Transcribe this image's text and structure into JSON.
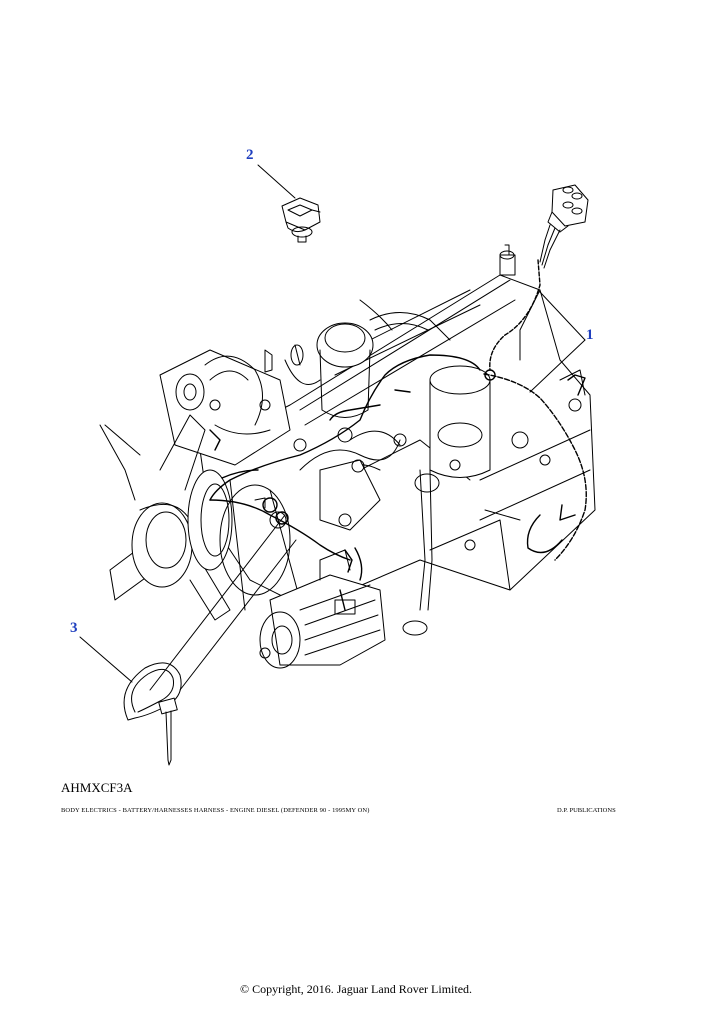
{
  "callouts": [
    {
      "number": "2",
      "part": "clip"
    },
    {
      "number": "1",
      "part": "harness"
    },
    {
      "number": "3",
      "part": "cable-tie"
    }
  ],
  "illustration_code": "AHMXCF3A",
  "caption": "BODY ELECTRICS - BATTERY/HARNESSES HARNESS - ENGINE DIESEL (DEFENDER 90 - 1995MY ON)",
  "publisher": "D.P. PUBLICATIONS",
  "copyright": "© Copyright, 2016. Jaguar Land Rover Limited.",
  "colors": {
    "callout": "#1f3fbf",
    "line": "#000000"
  }
}
